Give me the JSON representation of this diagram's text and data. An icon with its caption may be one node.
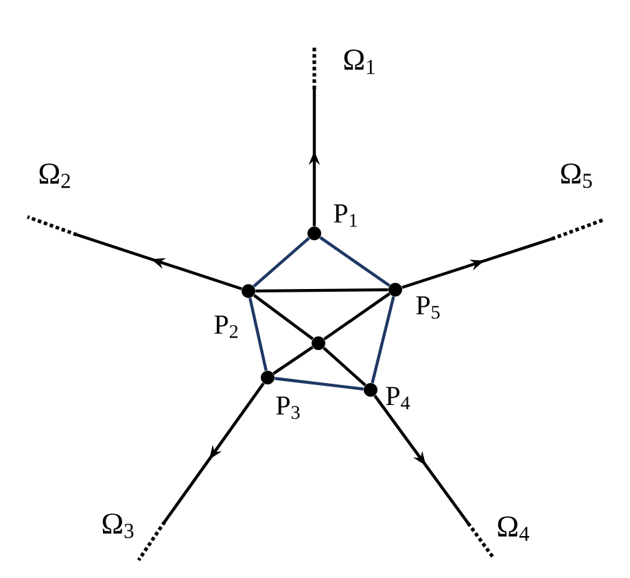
{
  "diagram": {
    "nodes": [
      {
        "text": [],
        "shape": "circle",
        "beside": [
          "P$_{1}$"
        ]
      },
      {
        "text": [],
        "shape": "circle",
        "beside": [
          "P$_{2}$"
        ]
      },
      {
        "text": [],
        "shape": "circle",
        "beside": [
          "P$_{3}$"
        ]
      },
      {
        "text": [],
        "shape": "circle",
        "beside": [
          "P$_{4}$"
        ]
      },
      {
        "text": [],
        "shape": "circle",
        "beside": [
          "P$_{5}$"
        ]
      },
      {
        "text": [],
        "shape": "circle"
      },
      {
        "text": [
          "Ω$_{1}$"
        ]
      },
      {
        "text": [
          "Ω$_{2}$"
        ]
      },
      {
        "text": [
          "Ω$_{3}$"
        ]
      },
      {
        "text": [
          "Ω$_{4}$"
        ]
      },
      {
        "text": [
          "Ω$_{5}$"
        ]
      }
    ],
    "edges": [
      {
        "from": 0,
        "to": 1,
        "arrow": "none",
        "color": "#1f3864"
      },
      {
        "from": 0,
        "to": 4,
        "arrow": "none",
        "color": "#1f3864"
      },
      {
        "from": 1,
        "to": 2,
        "arrow": "none",
        "color": "#1f3864"
      },
      {
        "from": 2,
        "to": 3,
        "arrow": "none",
        "color": "#1f3864"
      },
      {
        "from": 3,
        "to": 4,
        "arrow": "none",
        "color": "#1f3864"
      },
      {
        "from": 1,
        "to": 4,
        "arrow": "none"
      },
      {
        "from": 1,
        "to": 5,
        "arrow": "none"
      },
      {
        "from": 5,
        "to": 3,
        "arrow": "none"
      },
      {
        "from": 2,
        "to": 5,
        "arrow": "none"
      },
      {
        "from": 5,
        "to": 4,
        "arrow": "none"
      },
      {
        "from": 0,
        "to": 6,
        "arrow": "to"
      },
      {
        "from": 1,
        "to": 7,
        "arrow": "to"
      },
      {
        "from": 2,
        "to": 8,
        "arrow": "to"
      },
      {
        "from": 3,
        "to": 9,
        "arrow": "to"
      },
      {
        "from": 4,
        "to": 10,
        "arrow": "to"
      }
    ]
  }
}
